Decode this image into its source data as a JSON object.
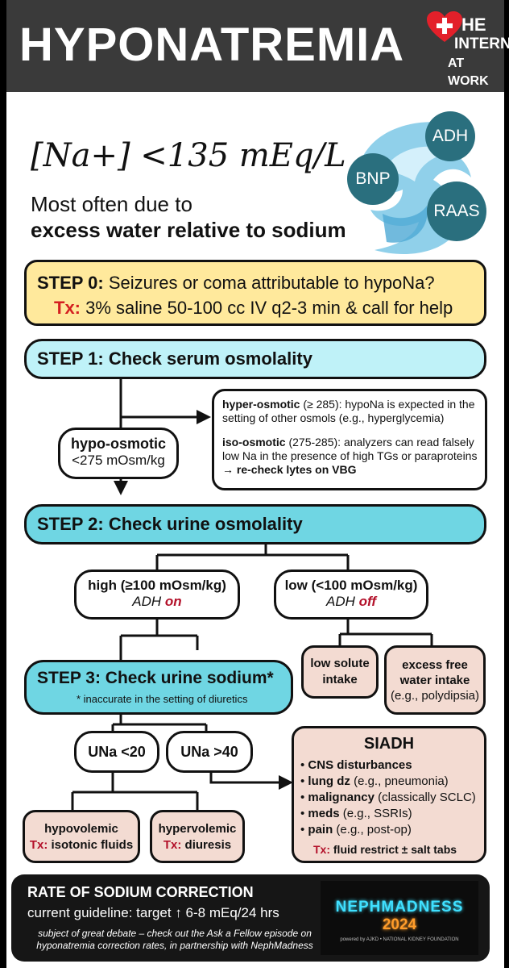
{
  "header": {
    "title": "HYPONATREMIA",
    "logo_line1": "HE",
    "logo_line2": "INTERN",
    "logo_line3": "AT WORK"
  },
  "intro": {
    "formula": "[Na+] <135 mEq/L",
    "line1": "Most often due to",
    "line2": "excess water relative to sodium",
    "bubbles": [
      "ADH",
      "BNP",
      "RAAS"
    ]
  },
  "step0": {
    "label": "STEP 0:",
    "text": "Seizures or coma attributable to hypoNa?",
    "tx_label": "Tx:",
    "tx_text": "3% saline 50-100 cc IV q2-3 min & call for help"
  },
  "step1": {
    "label": "STEP 1: Check serum osmolality"
  },
  "hypo_osmotic": {
    "title": "hypo-osmotic",
    "value": "<275 mOsm/kg"
  },
  "other_osmotic": {
    "hyper_label": "hyper-osmotic",
    "hyper_text": " (≥ 285): hypoNa is expected in the setting of other osmols (e.g., hyperglycemia)",
    "iso_label": "iso-osmotic",
    "iso_text": " (275-285): analyzers can read falsely low Na in the presence of high TGs or paraproteins → ",
    "iso_action": "re-check lytes on VBG"
  },
  "step2": {
    "label": "STEP 2: Check urine osmolality"
  },
  "high_osm": {
    "title": "high (≥100 mOsm/kg)",
    "adh": "ADH ",
    "state": "on"
  },
  "low_osm": {
    "title": "low (<100 mOsm/kg)",
    "adh": "ADH ",
    "state": "off"
  },
  "low_solute": {
    "line1": "low solute",
    "line2": "intake"
  },
  "excess_water": {
    "line1": "excess free",
    "line2": "water intake",
    "line3": "(e.g., polydipsia)"
  },
  "step3": {
    "label": "STEP 3: Check urine sodium*",
    "note": "* inaccurate in the setting of diuretics"
  },
  "una_low": {
    "label": "UNa <20"
  },
  "una_high": {
    "label": "UNa >40"
  },
  "hypovolemic": {
    "title": "hypovolemic",
    "tx_label": "Tx:",
    "tx_text": " isotonic fluids"
  },
  "hypervolemic": {
    "title": "hypervolemic",
    "tx_label": "Tx:",
    "tx_text": " diuresis"
  },
  "siadh": {
    "title": "SIADH",
    "items": [
      {
        "bold": "CNS disturbances",
        "rest": ""
      },
      {
        "bold": "lung dz",
        "rest": " (e.g., pneumonia)"
      },
      {
        "bold": "malignancy",
        "rest": " (classically SCLC)"
      },
      {
        "bold": "meds",
        "rest": " (e.g., SSRIs)"
      },
      {
        "bold": "pain",
        "rest": " (e.g., post-op)"
      }
    ],
    "tx_label": "Tx:",
    "tx_text": " fluid restrict ± salt tabs"
  },
  "footer": {
    "title": "RATE OF SODIUM CORRECTION",
    "guideline": "current guideline: target ↑ 6-8 mEq/24 hrs",
    "note1": "subject of great debate – check out the Ask a Fellow episode on",
    "note2": "hyponatremia correction rates, in partnership with NephMadness",
    "badge1": "NEPHMADNESS",
    "badge2": "2024",
    "badge3": "powered by AJKD • NATIONAL KIDNEY FOUNDATION"
  },
  "colors": {
    "step_light": "#bff2f8",
    "step_dark": "#6fd6e3",
    "step0": "#ffe99c",
    "outcome": "#f3dbd2",
    "bubble": "#2a6f7e",
    "accent_red": "#d42020"
  }
}
